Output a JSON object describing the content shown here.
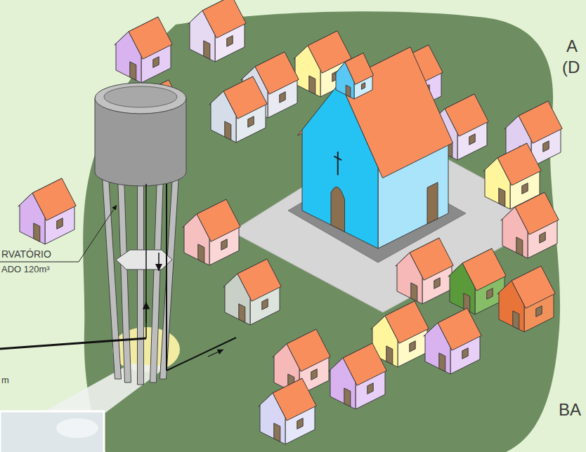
{
  "diagram": {
    "labels": [
      "RVATÓRIO",
      "ADO 120m³",
      "m",
      "A",
      "(D",
      "BA"
    ]
  }
}
